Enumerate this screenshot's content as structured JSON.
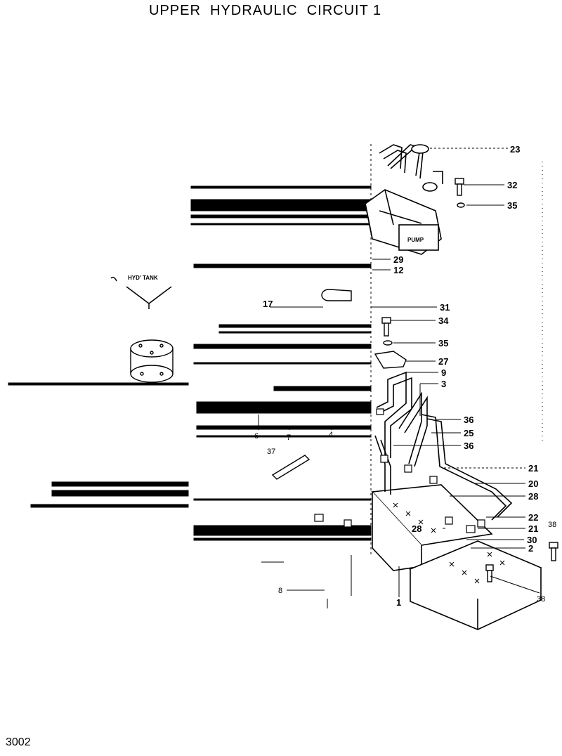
{
  "title": "UPPER  HYDRAULIC  CIRCUIT 1",
  "page_number": "3002",
  "component_tags": {
    "tank": "HYD' TANK",
    "pump": "PUMP"
  },
  "callouts": {
    "c23": "23",
    "c32": "32",
    "c35a": "35",
    "c29": "29",
    "c12": "12",
    "c17": "17",
    "c31": "31",
    "c34": "34",
    "c35b": "35",
    "c27": "27",
    "c9": "9",
    "c3": "3",
    "c36a": "36",
    "c25": "25",
    "c36b": "36",
    "c6": "6",
    "c7": "7",
    "c4": "4",
    "c37": "37",
    "c21a": "21",
    "c20": "20",
    "c28a": "28",
    "c22": "22",
    "c28b": "28",
    "c21b": "21",
    "c30": "30",
    "c2": "2",
    "c38a": "38",
    "c38b": "38",
    "c8": "8",
    "c1": "1"
  }
}
